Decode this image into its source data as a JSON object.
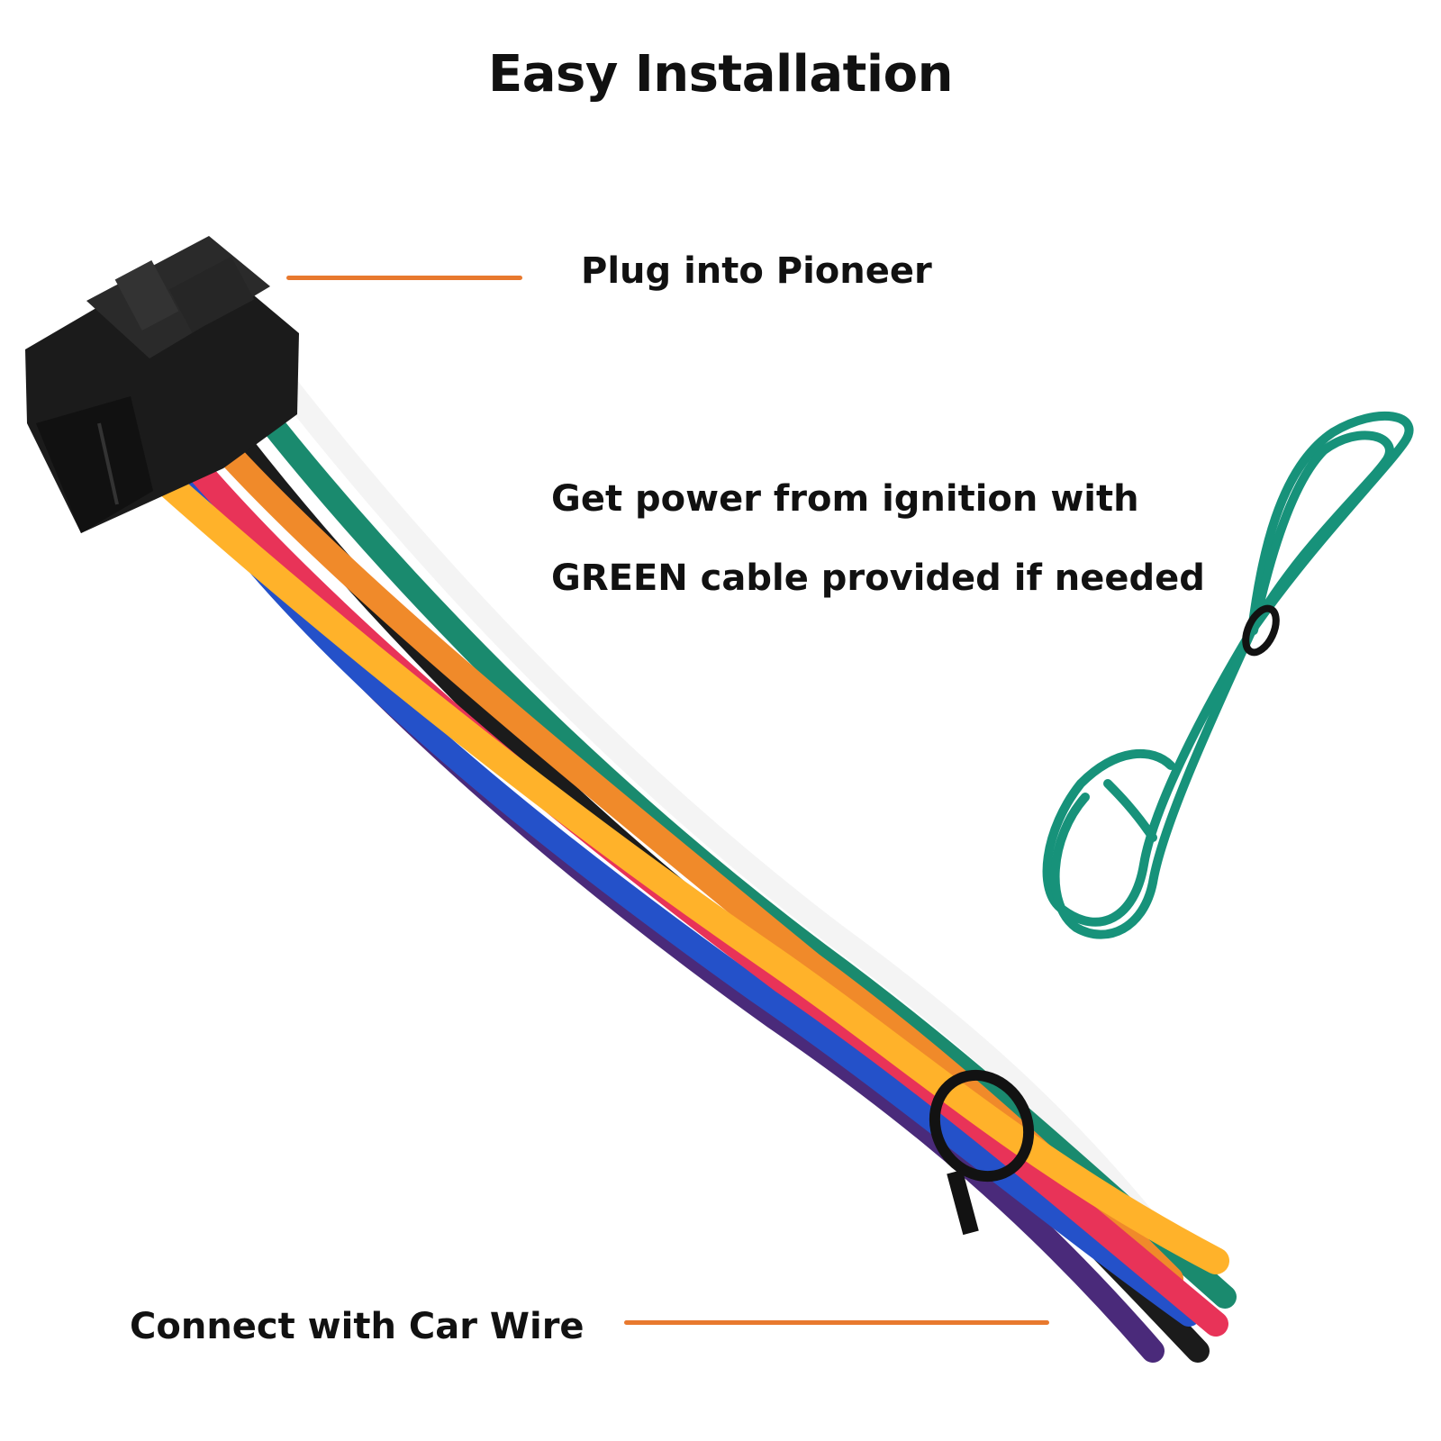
{
  "title": "Easy Installation",
  "callouts": {
    "plug": "Plug into Pioneer",
    "power_line1": "Get power from ignition with",
    "power_line2": "GREEN cable provided if needed",
    "car": "Connect with Car Wire"
  },
  "colors": {
    "accent": "#e8792e",
    "connector": "#1b1b1b",
    "spare_wire": "#17927a",
    "wires": [
      "#ffffff",
      "#1a8a6e",
      "#f08a2a",
      "#e83358",
      "#1b1b1b",
      "#ffb22a",
      "#2451c9",
      "#4a2a7a"
    ]
  }
}
